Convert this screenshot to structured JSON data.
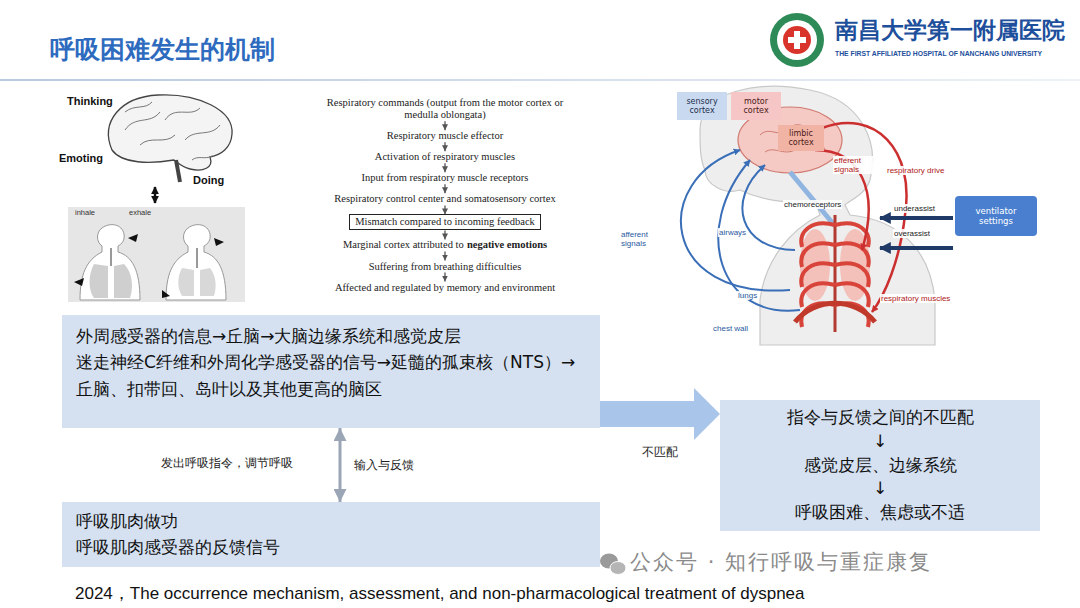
{
  "diagram": {
    "title": "呼吸困难发生的机制",
    "caption": "2024，The occurrence mechanism, assessment, and non-pharmacological treatment of dyspnea",
    "nodes": [
      {
        "text": [
          "Respiratory commands (output from the motor cortex or medulla oblongata)"
        ]
      },
      {
        "text": [
          "Respiratory muscle effector"
        ]
      },
      {
        "text": [
          "Activation of respiratory muscles"
        ]
      },
      {
        "text": [
          "Input from respiratory muscle receptors"
        ]
      },
      {
        "text": [
          "Respiratory control center and somatosensory cortex"
        ]
      },
      {
        "text": [
          "Mismatch compared to incoming feedback"
        ]
      },
      {
        "text": [
          "Marginal cortex attributed to",
          "negative emotions"
        ]
      },
      {
        "text": [
          "Suffering from breathing difficulties"
        ]
      },
      {
        "text": [
          "Affected and regulated by memory and environment"
        ]
      },
      {
        "text": [
          "sensory cortex"
        ]
      },
      {
        "text": [
          "motor cortex"
        ]
      },
      {
        "text": [
          "limbic cortex"
        ]
      },
      {
        "text": [
          "ventilator settings"
        ]
      },
      {
        "text": [
          "外周感受器的信息→丘脑→大脑边缘系统和感觉皮层",
          "迷走神经C纤维和外周化学感受器的信号→延髓的孤束核（NTS）→丘脑、扣带回、岛叶以及其他更高的脑区"
        ]
      },
      {
        "text": [
          "呼吸肌肉做功",
          "呼吸肌肉感受器的反馈信号"
        ]
      },
      {
        "text": [
          "指令与反馈之间的不匹配",
          "↓",
          "感觉皮层、边缘系统",
          "↓",
          "呼吸困难、焦虑或不适"
        ]
      }
    ],
    "edges": [
      {
        "from": 0,
        "to": 1,
        "arrow": "to"
      },
      {
        "from": 1,
        "to": 2,
        "arrow": "to"
      },
      {
        "from": 2,
        "to": 3,
        "arrow": "to"
      },
      {
        "from": 3,
        "to": 4,
        "arrow": "to"
      },
      {
        "from": 4,
        "to": 5,
        "arrow": "to"
      },
      {
        "from": 5,
        "to": 6,
        "arrow": "to"
      },
      {
        "from": 6,
        "to": 7,
        "arrow": "to"
      },
      {
        "from": 7,
        "to": 8,
        "arrow": "to"
      },
      {
        "from": 13,
        "to": 14,
        "arrow": "both",
        "label": "输入与反馈"
      },
      {
        "from": 13,
        "to": 15,
        "arrow": "to",
        "label": "不匹配"
      }
    ],
    "labels": [
      "Thinking",
      "Emoting",
      "Doing",
      "inhale",
      "exhale",
      "efferent signals",
      "respiratory drive",
      "chemoreceptors",
      "airways",
      "afferent signals",
      "underassist",
      "overassist",
      "lungs",
      "chest wall",
      "respiratory muscles",
      "发出呼吸指令，调节呼吸",
      "南昌大学第一附属医院",
      "THE FIRST AFFILIATED HOSPITAL OF NANCHANG UNIVERSITY",
      "公众号 · 知行呼吸与重症康复"
    ]
  }
}
